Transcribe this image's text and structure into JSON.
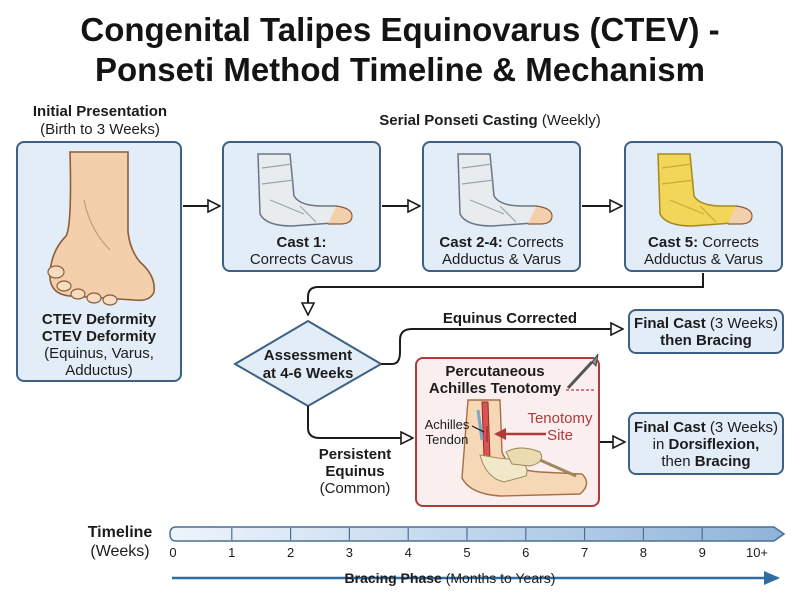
{
  "title": {
    "line1": "Congenital Talipes Equinovarus (CTEV) -",
    "line2": "Ponseti Method Timeline & Mechanism"
  },
  "initial": {
    "heading": "Initial Presentation",
    "subheading": "(Birth to 3 Weeks)",
    "deformity_line1": "CTEV Deformity",
    "deformity_line2": "CTEV Deformity",
    "detail_line1": "(Equinus, Varus,",
    "detail_line2": "Adductus)"
  },
  "casting": {
    "heading_bold": "Serial Ponseti Casting",
    "heading_rest": "(Weekly)",
    "cast1": {
      "name": "Cast 1:",
      "effect": "Corrects Cavus"
    },
    "cast24": {
      "name": "Cast 2-4:",
      "effect_a": "Corrects",
      "effect_b": "Adductus & Varus"
    },
    "cast5": {
      "name": "Cast 5:",
      "effect_a": "Corrects",
      "effect_b": "Adductus & Varus"
    }
  },
  "assessment": {
    "line1": "Assessment",
    "line2": "at 4-6 Weeks"
  },
  "corrected": {
    "branch_label": "Equinus Corrected",
    "box_bold": "Final Cast",
    "box_rest": "(3 Weeks)",
    "box_line2": "then Bracing"
  },
  "persistent": {
    "line1": "Persistent",
    "line2": "Equinus",
    "line3": "(Common)"
  },
  "tenotomy": {
    "title_line1": "Percutaneous",
    "title_line2": "Achilles Tenotomy",
    "tendon_line1": "Achilles",
    "tendon_line2": "Tendon",
    "site_line1": "Tenotomy",
    "site_line2": "Site"
  },
  "final_dorsi": {
    "bold": "Final Cast",
    "rest": "(3 Weeks)",
    "line2_pre": "in",
    "line2_bold": "Dorsiflexion,",
    "line3_pre": "then",
    "line3_bold": "Bracing"
  },
  "timeline": {
    "label_line1": "Timeline",
    "label_line2": "(Weeks)",
    "ticks": [
      "0",
      "1",
      "2",
      "3",
      "4",
      "5",
      "6",
      "7",
      "8",
      "9",
      "10+"
    ]
  },
  "bracing": {
    "bold": "Bracing Phase",
    "rest": "(Months to Years)"
  },
  "colors": {
    "border": "#3e6183",
    "box_fill": "#e3edf7",
    "tenotomy_border": "#b03a3a",
    "tenotomy_fill": "#fbeeee",
    "plaster_yellow": "#f1d65a",
    "arrow_blue": "#2f6da3"
  }
}
